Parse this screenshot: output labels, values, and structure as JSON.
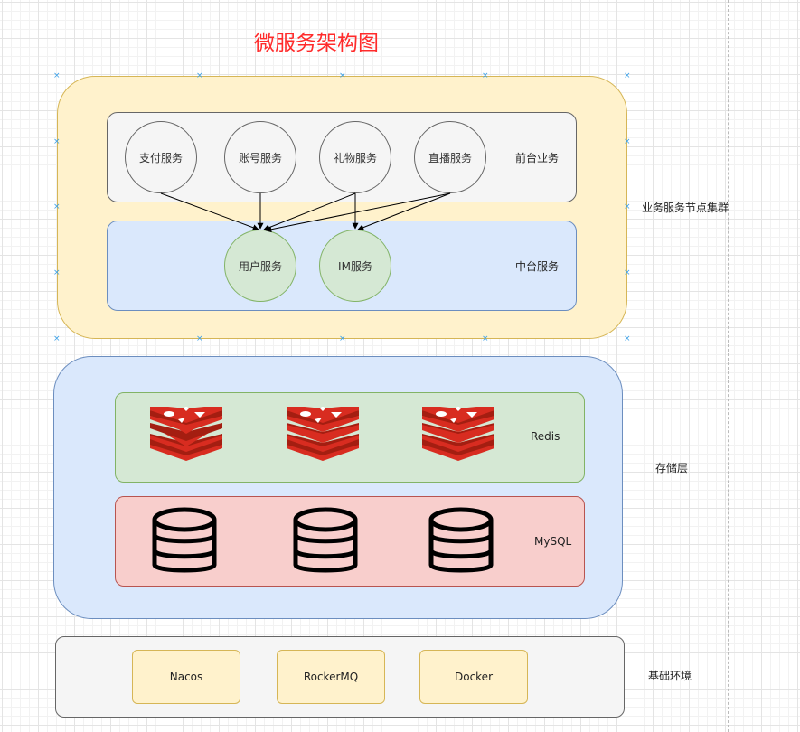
{
  "title": "微服务架构图",
  "cluster": {
    "label": "业务服务节点集群",
    "front": {
      "label": "前台业务",
      "services": [
        "支付服务",
        "账号服务",
        "礼物服务",
        "直播服务"
      ]
    },
    "middle": {
      "label": "中台服务",
      "services": [
        "用户服务",
        "IM服务"
      ]
    }
  },
  "storage": {
    "label": "存储层",
    "redis": {
      "label": "Redis",
      "icon": "redis-logo-icon",
      "count": 3
    },
    "mysql": {
      "label": "MySQL",
      "icon": "database-icon",
      "count": 3
    }
  },
  "base": {
    "label": "基础环境",
    "items": [
      "Nacos",
      "RockerMQ",
      "Docker"
    ]
  },
  "edges": [
    {
      "from": "支付服务",
      "to": "用户服务"
    },
    {
      "from": "账号服务",
      "to": "用户服务"
    },
    {
      "from": "礼物服务",
      "to": "用户服务"
    },
    {
      "from": "礼物服务",
      "to": "IM服务"
    },
    {
      "from": "直播服务",
      "to": "用户服务"
    },
    {
      "from": "直播服务",
      "to": "IM服务"
    }
  ],
  "colors": {
    "title": "#ff2b2b",
    "cluster_fill": "#fff2cc",
    "front_fill": "#f5f5f5",
    "middle_fill": "#dae8fc",
    "service_fill": "#d5e8d4",
    "redis_red": "#d82c20",
    "mysql_fill": "#f8cecc"
  }
}
